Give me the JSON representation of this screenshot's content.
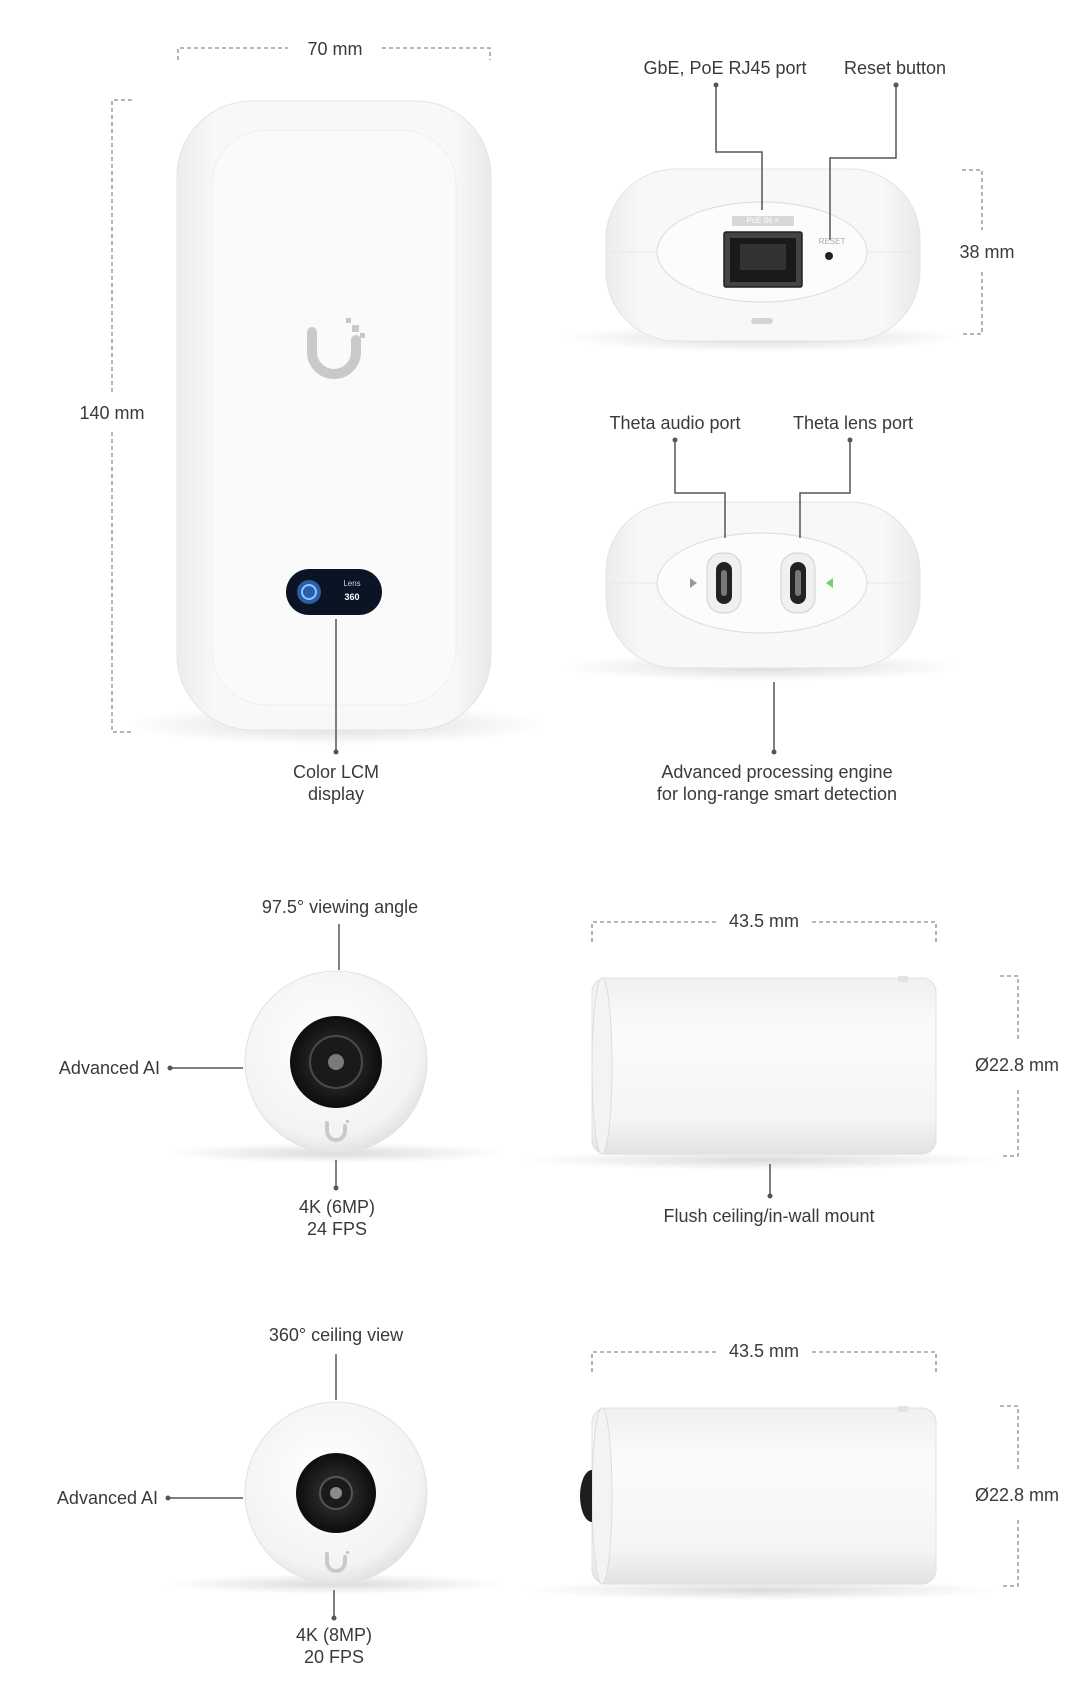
{
  "colors": {
    "leader": "#555555",
    "dim": "#8a8a8a",
    "device": "#f7f7f7",
    "device_edge": "#e6e6e6",
    "display": "#0b1424",
    "lens": "#111111"
  },
  "icons": {
    "logo": "ubiquiti-u-logo-icon",
    "reset": "reset-dot-icon",
    "port": "rj45-port-icon",
    "usbc": "usb-c-port-icon"
  },
  "hub": {
    "width_label": "70 mm",
    "height_label": "140 mm",
    "display_caption": "Color LCM\ndisplay",
    "display_line1": "Lens",
    "display_line2": "360"
  },
  "top_view": {
    "port_label": "GbE, PoE RJ45 port",
    "reset_label": "Reset button",
    "depth_label": "38 mm",
    "poe_tag": "PoE IN ⚡",
    "reset_tag": "RESET"
  },
  "bottom_view": {
    "audio_label": "Theta audio port",
    "lens_label": "Theta lens port",
    "engine_caption": "Advanced processing engine\nfor long-range smart detection"
  },
  "lens_wide": {
    "angle_label": "97.5° viewing angle",
    "ai_label": "Advanced AI",
    "spec_caption": "4K (6MP)\n24 FPS",
    "length_label": "43.5 mm",
    "diameter_label": "Ø22.8 mm",
    "mount_caption": "Flush ceiling/in-wall mount"
  },
  "lens_360": {
    "angle_label": "360° ceiling view",
    "ai_label": "Advanced AI",
    "spec_caption": "4K (8MP)\n20 FPS",
    "length_label": "43.5 mm",
    "diameter_label": "Ø22.8 mm"
  }
}
